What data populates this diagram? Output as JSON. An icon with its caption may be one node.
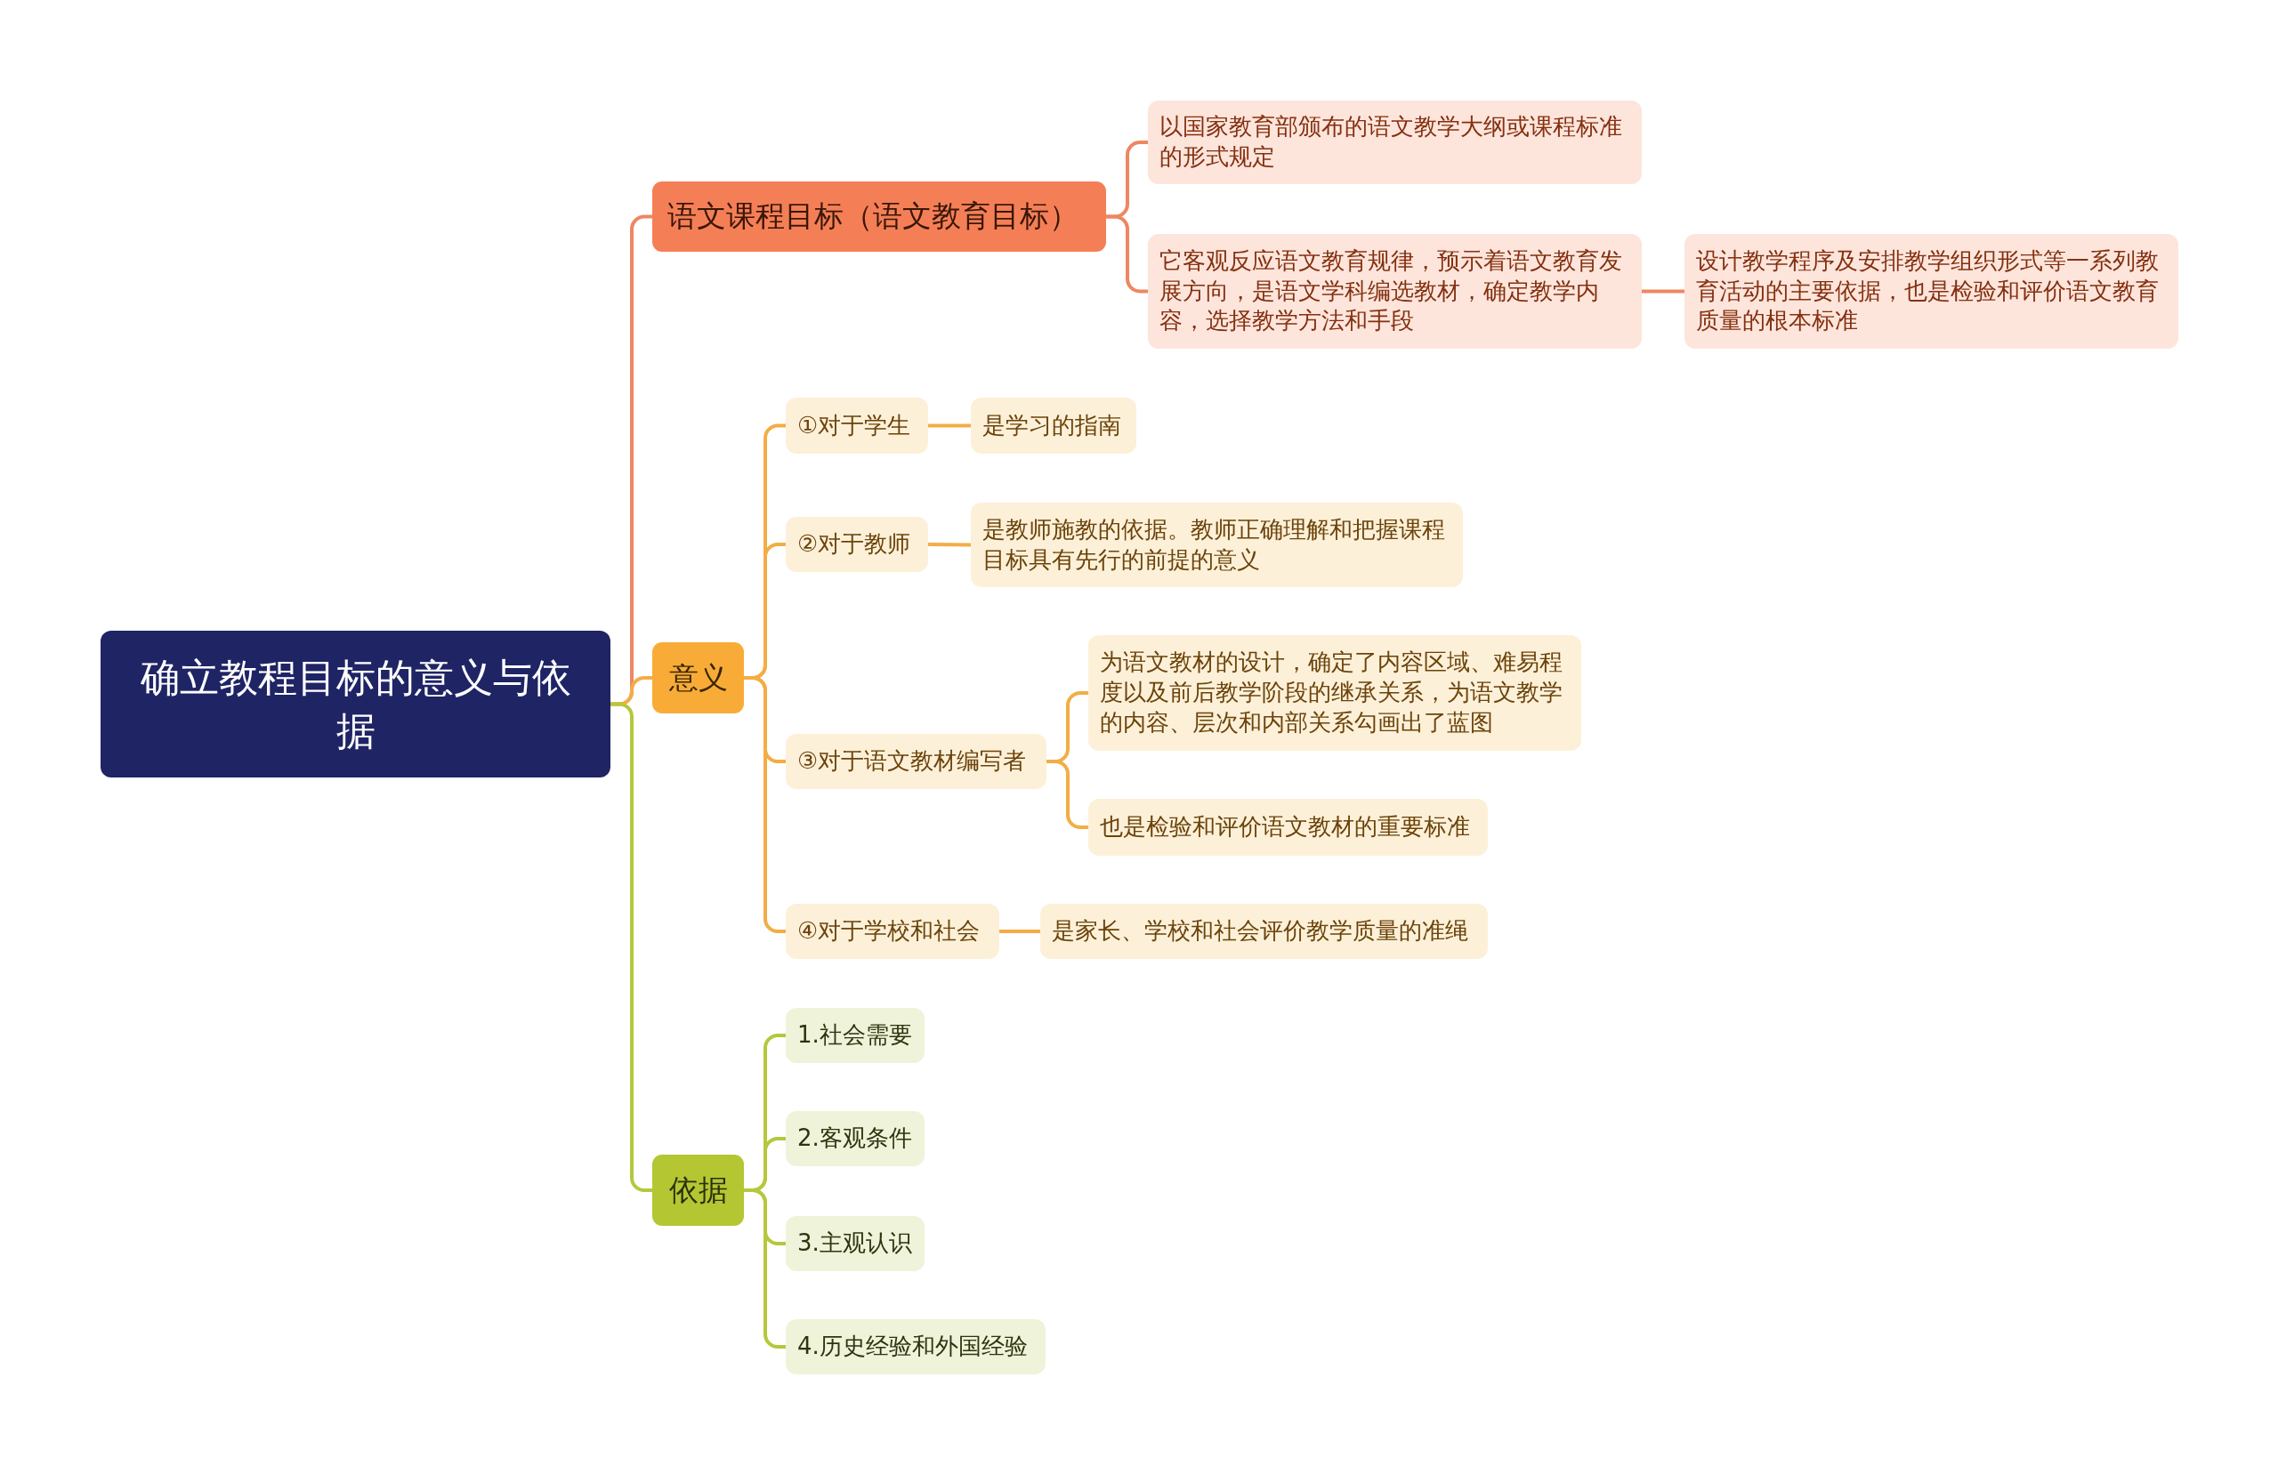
{
  "diagram": {
    "nodes": [
      {
        "text": [
          "确立教程目标的意义与依据"
        ]
      },
      {
        "text": [
          "语文课程目标（语文教育目标）"
        ]
      },
      {
        "text": [
          "以国家教育部颁布的语文教学大纲或课程标准的形式规定"
        ]
      },
      {
        "text": [
          "它客观反应语文教育规律，预示着语文教育发展方向，是语文学科编选教材，确定教学内容，选择教学方法和手段"
        ]
      },
      {
        "text": [
          "设计教学程序及安排教学组织形式等一系列教育活动的主要依据，也是检验和评价语文教育质量的根本标准"
        ]
      },
      {
        "text": [
          "意义"
        ]
      },
      {
        "text": [
          "①对于学生"
        ]
      },
      {
        "text": [
          "是学习的指南"
        ]
      },
      {
        "text": [
          "②对于教师"
        ]
      },
      {
        "text": [
          "是教师施教的依据。教师正确理解和把握课程目标具有先行的前提的意义"
        ]
      },
      {
        "text": [
          "③对于语文教材编写者"
        ]
      },
      {
        "text": [
          "为语文教材的设计，确定了内容区域、难易程度以及前后教学阶段的继承关系，为语文教学的内容、层次和内部关系勾画出了蓝图"
        ]
      },
      {
        "text": [
          "也是检验和评价语文教材的重要标准"
        ]
      },
      {
        "text": [
          "④对于学校和社会"
        ]
      },
      {
        "text": [
          "是家长、学校和社会评价教学质量的准绳"
        ]
      },
      {
        "text": [
          "依据"
        ]
      },
      {
        "text": [
          "1.社会需要"
        ]
      },
      {
        "text": [
          "2.客观条件"
        ]
      },
      {
        "text": [
          "3.主观认识"
        ]
      },
      {
        "text": [
          "4.历史经验和外国经验"
        ]
      }
    ],
    "edges": [
      {
        "from": 0,
        "to": 1,
        "arrow": "none",
        "color": "#ee8762"
      },
      {
        "from": 1,
        "to": 2,
        "arrow": "none",
        "color": "#ee8762"
      },
      {
        "from": 1,
        "to": 3,
        "arrow": "none",
        "color": "#ee8762"
      },
      {
        "from": 3,
        "to": 4,
        "arrow": "none",
        "color": "#ee8762"
      },
      {
        "from": 0,
        "to": 5,
        "arrow": "none"
      },
      {
        "from": 5,
        "to": 6,
        "arrow": "none"
      },
      {
        "from": 6,
        "to": 7,
        "arrow": "none"
      },
      {
        "from": 5,
        "to": 8,
        "arrow": "none"
      },
      {
        "from": 8,
        "to": 9,
        "arrow": "none"
      },
      {
        "from": 5,
        "to": 10,
        "arrow": "none"
      },
      {
        "from": 10,
        "to": 11,
        "arrow": "none"
      },
      {
        "from": 10,
        "to": 12,
        "arrow": "none"
      },
      {
        "from": 5,
        "to": 13,
        "arrow": "none"
      },
      {
        "from": 13,
        "to": 14,
        "arrow": "none"
      },
      {
        "from": 0,
        "to": 15,
        "arrow": "none",
        "color": "#b5c83c"
      },
      {
        "from": 15,
        "to": 16,
        "arrow": "none",
        "color": "#b5c83c"
      },
      {
        "from": 15,
        "to": 17,
        "arrow": "none",
        "color": "#b5c83c"
      },
      {
        "from": 15,
        "to": 18,
        "arrow": "none",
        "color": "#b5c83c"
      },
      {
        "from": 15,
        "to": 19,
        "arrow": "none",
        "color": "#b5c83c"
      }
    ]
  }
}
